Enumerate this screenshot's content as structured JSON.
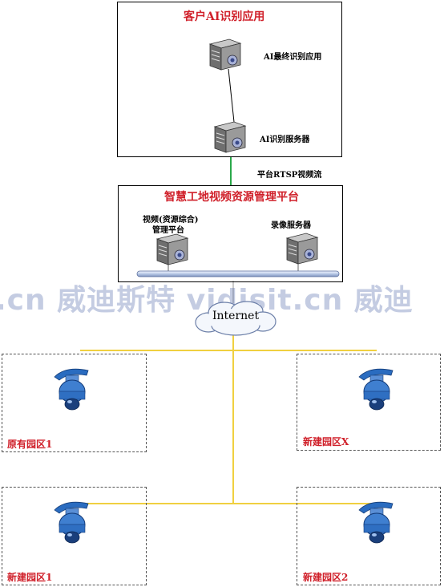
{
  "client_panel": {
    "title": "客户AI识别应用",
    "server_top_label": "AI最终识别应用",
    "server_bottom_label": "AI识别服务器"
  },
  "link_label": "平台RTSP视频流",
  "platform_panel": {
    "title": "智慧工地视频资源管理平台",
    "left_server_label_line1": "视频(资源综合)",
    "left_server_label_line2": "管理平台",
    "right_server_label": "录像服务器"
  },
  "internet_label": "Internet",
  "watermark": ".cn 威迪斯特 vidisit.cn 威迪",
  "zones": [
    {
      "label": "原有园区1"
    },
    {
      "label": "新建园区X"
    },
    {
      "label": "新建园区1"
    },
    {
      "label": "新建园区2"
    }
  ],
  "colors": {
    "title_red": "#d0202a",
    "link_green": "#2aa84a",
    "network_yellow": "#f0d040",
    "camera_blue": "#2a6cc0",
    "watermark": "#465fa5"
  }
}
